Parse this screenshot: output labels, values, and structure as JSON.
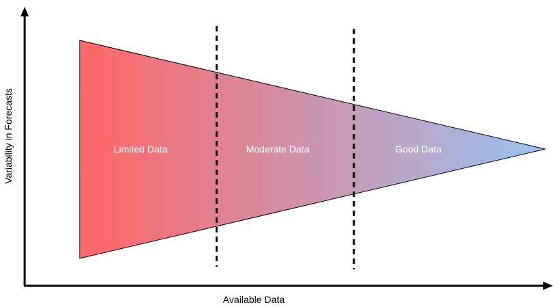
{
  "axes": {
    "x_label": "Available Data",
    "y_label": "Variability in Forecasts"
  },
  "regions": [
    {
      "label": "Limited Data"
    },
    {
      "label": "Moderate Data"
    },
    {
      "label": "Good Data"
    }
  ],
  "colors": {
    "gradient_start": "#ff6666",
    "gradient_end": "#99c2f2",
    "outline": "#000000",
    "divider": "#000000",
    "label_text": "#ffffff"
  }
}
